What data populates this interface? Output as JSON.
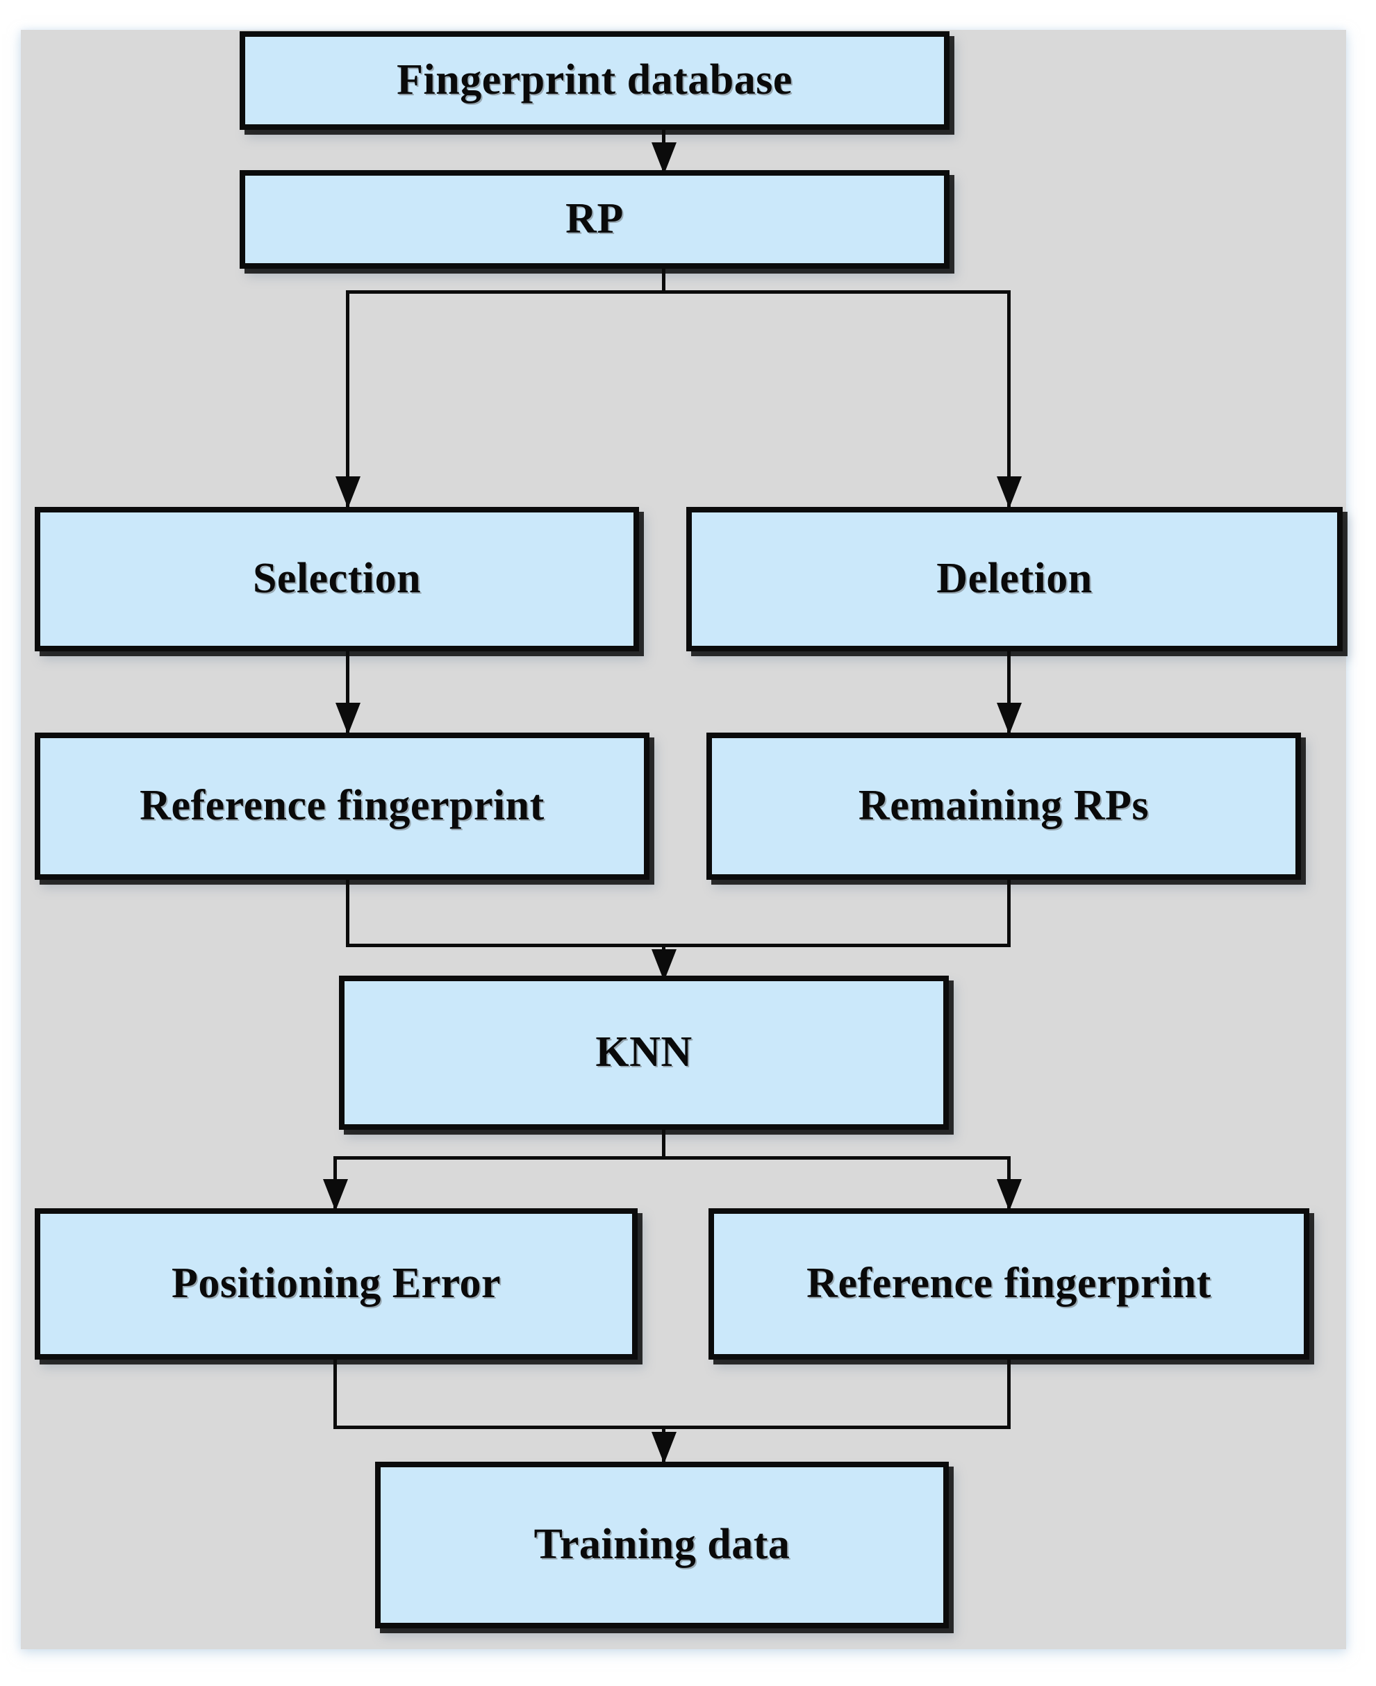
{
  "diagram": {
    "title": "Fingerprint database training data flowchart",
    "background_color": "#d9d9d9",
    "node_fill_color": "#cbe8fa",
    "node_border_color": "#0b0b0b",
    "connector_color": "#0b0b0b",
    "nodes": [
      {
        "id": "fingerprint-database",
        "label": "Fingerprint database"
      },
      {
        "id": "rp",
        "label": "RP"
      },
      {
        "id": "selection",
        "label": "Selection"
      },
      {
        "id": "deletion",
        "label": "Deletion"
      },
      {
        "id": "reference-fingerprint-1",
        "label": "Reference fingerprint"
      },
      {
        "id": "remaining-rps",
        "label": "Remaining RPs"
      },
      {
        "id": "knn",
        "label": "KNN"
      },
      {
        "id": "positioning-error",
        "label": "Positioning Error"
      },
      {
        "id": "reference-fingerprint-2",
        "label": "Reference fingerprint"
      },
      {
        "id": "training-data",
        "label": "Training data"
      }
    ],
    "edges": [
      {
        "from": "fingerprint-database",
        "to": "rp",
        "style": "straight-down-arrow"
      },
      {
        "from": "rp",
        "to": "selection",
        "style": "split-left-arrow"
      },
      {
        "from": "rp",
        "to": "deletion",
        "style": "split-right-arrow"
      },
      {
        "from": "selection",
        "to": "reference-fingerprint-1",
        "style": "straight-down-arrow"
      },
      {
        "from": "deletion",
        "to": "remaining-rps",
        "style": "straight-down-arrow"
      },
      {
        "from": "reference-fingerprint-1",
        "to": "knn",
        "style": "merge-down-arrow"
      },
      {
        "from": "remaining-rps",
        "to": "knn",
        "style": "merge-down-arrow"
      },
      {
        "from": "knn",
        "to": "positioning-error",
        "style": "split-left-arrow"
      },
      {
        "from": "knn",
        "to": "reference-fingerprint-2",
        "style": "split-right-arrow"
      },
      {
        "from": "positioning-error",
        "to": "training-data",
        "style": "merge-down-arrow"
      },
      {
        "from": "reference-fingerprint-2",
        "to": "training-data",
        "style": "merge-down-arrow"
      }
    ]
  }
}
